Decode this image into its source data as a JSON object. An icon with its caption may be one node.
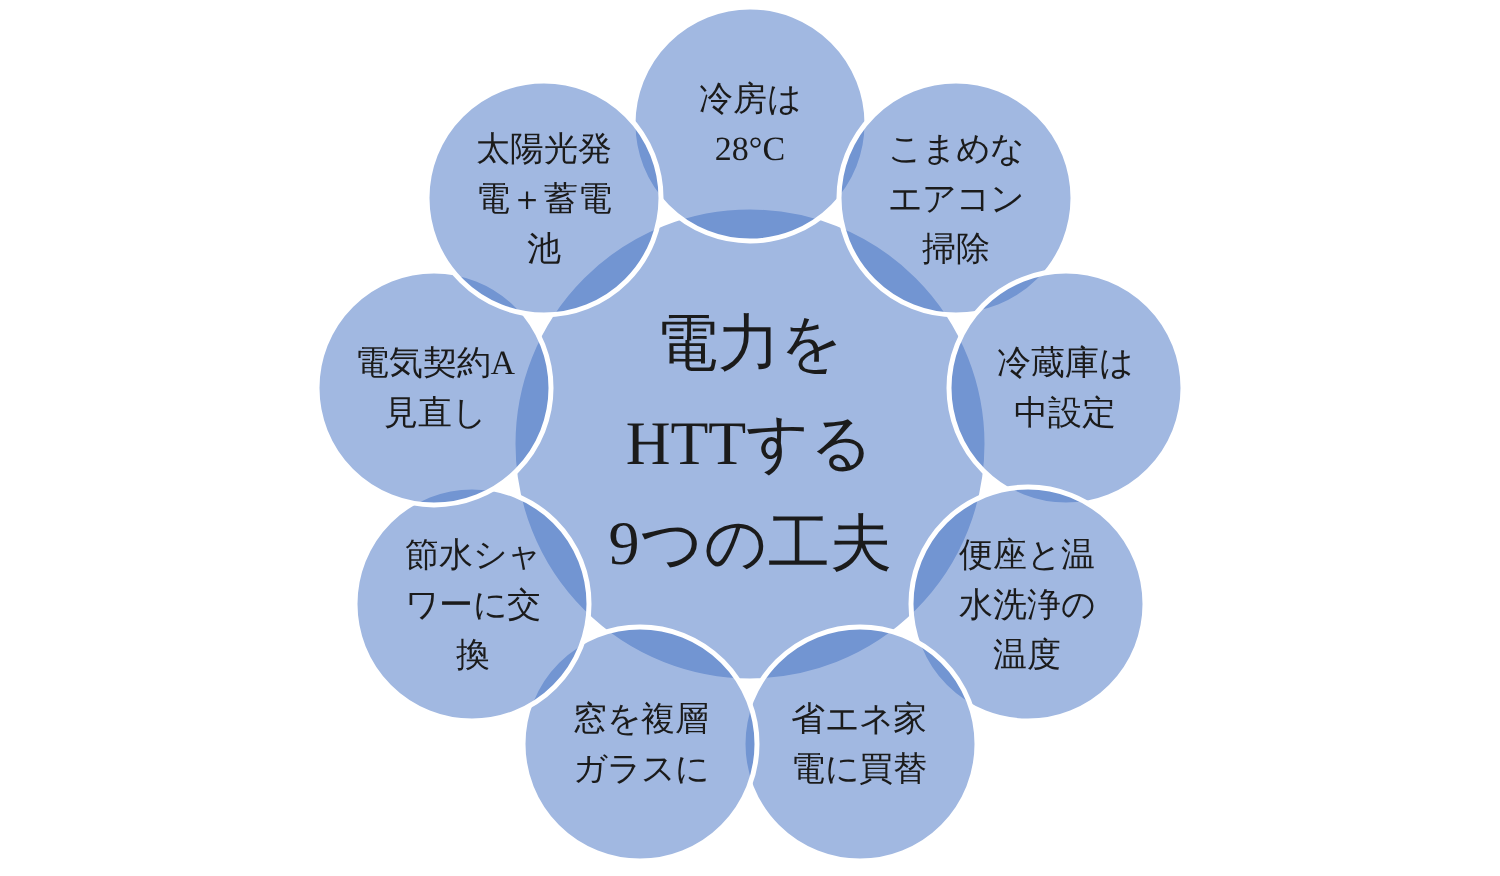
{
  "diagram": {
    "nodes": [
      {
        "text": [
          "電力をHTTする9つの工夫"
        ]
      },
      {
        "text": [
          "冷房は28°C"
        ]
      },
      {
        "text": [
          "こまめなエアコン掃除"
        ]
      },
      {
        "text": [
          "冷蔵庫は中設定"
        ]
      },
      {
        "text": [
          "便座と温水洗浄の温度"
        ]
      },
      {
        "text": [
          "省エネ家電に買替"
        ]
      },
      {
        "text": [
          "窓を複層ガラスに"
        ]
      },
      {
        "text": [
          "節水シャワーに交換"
        ]
      },
      {
        "text": [
          "電気契約A見直し"
        ]
      },
      {
        "text": [
          "太陽光発電＋蓄電池"
        ]
      }
    ]
  }
}
